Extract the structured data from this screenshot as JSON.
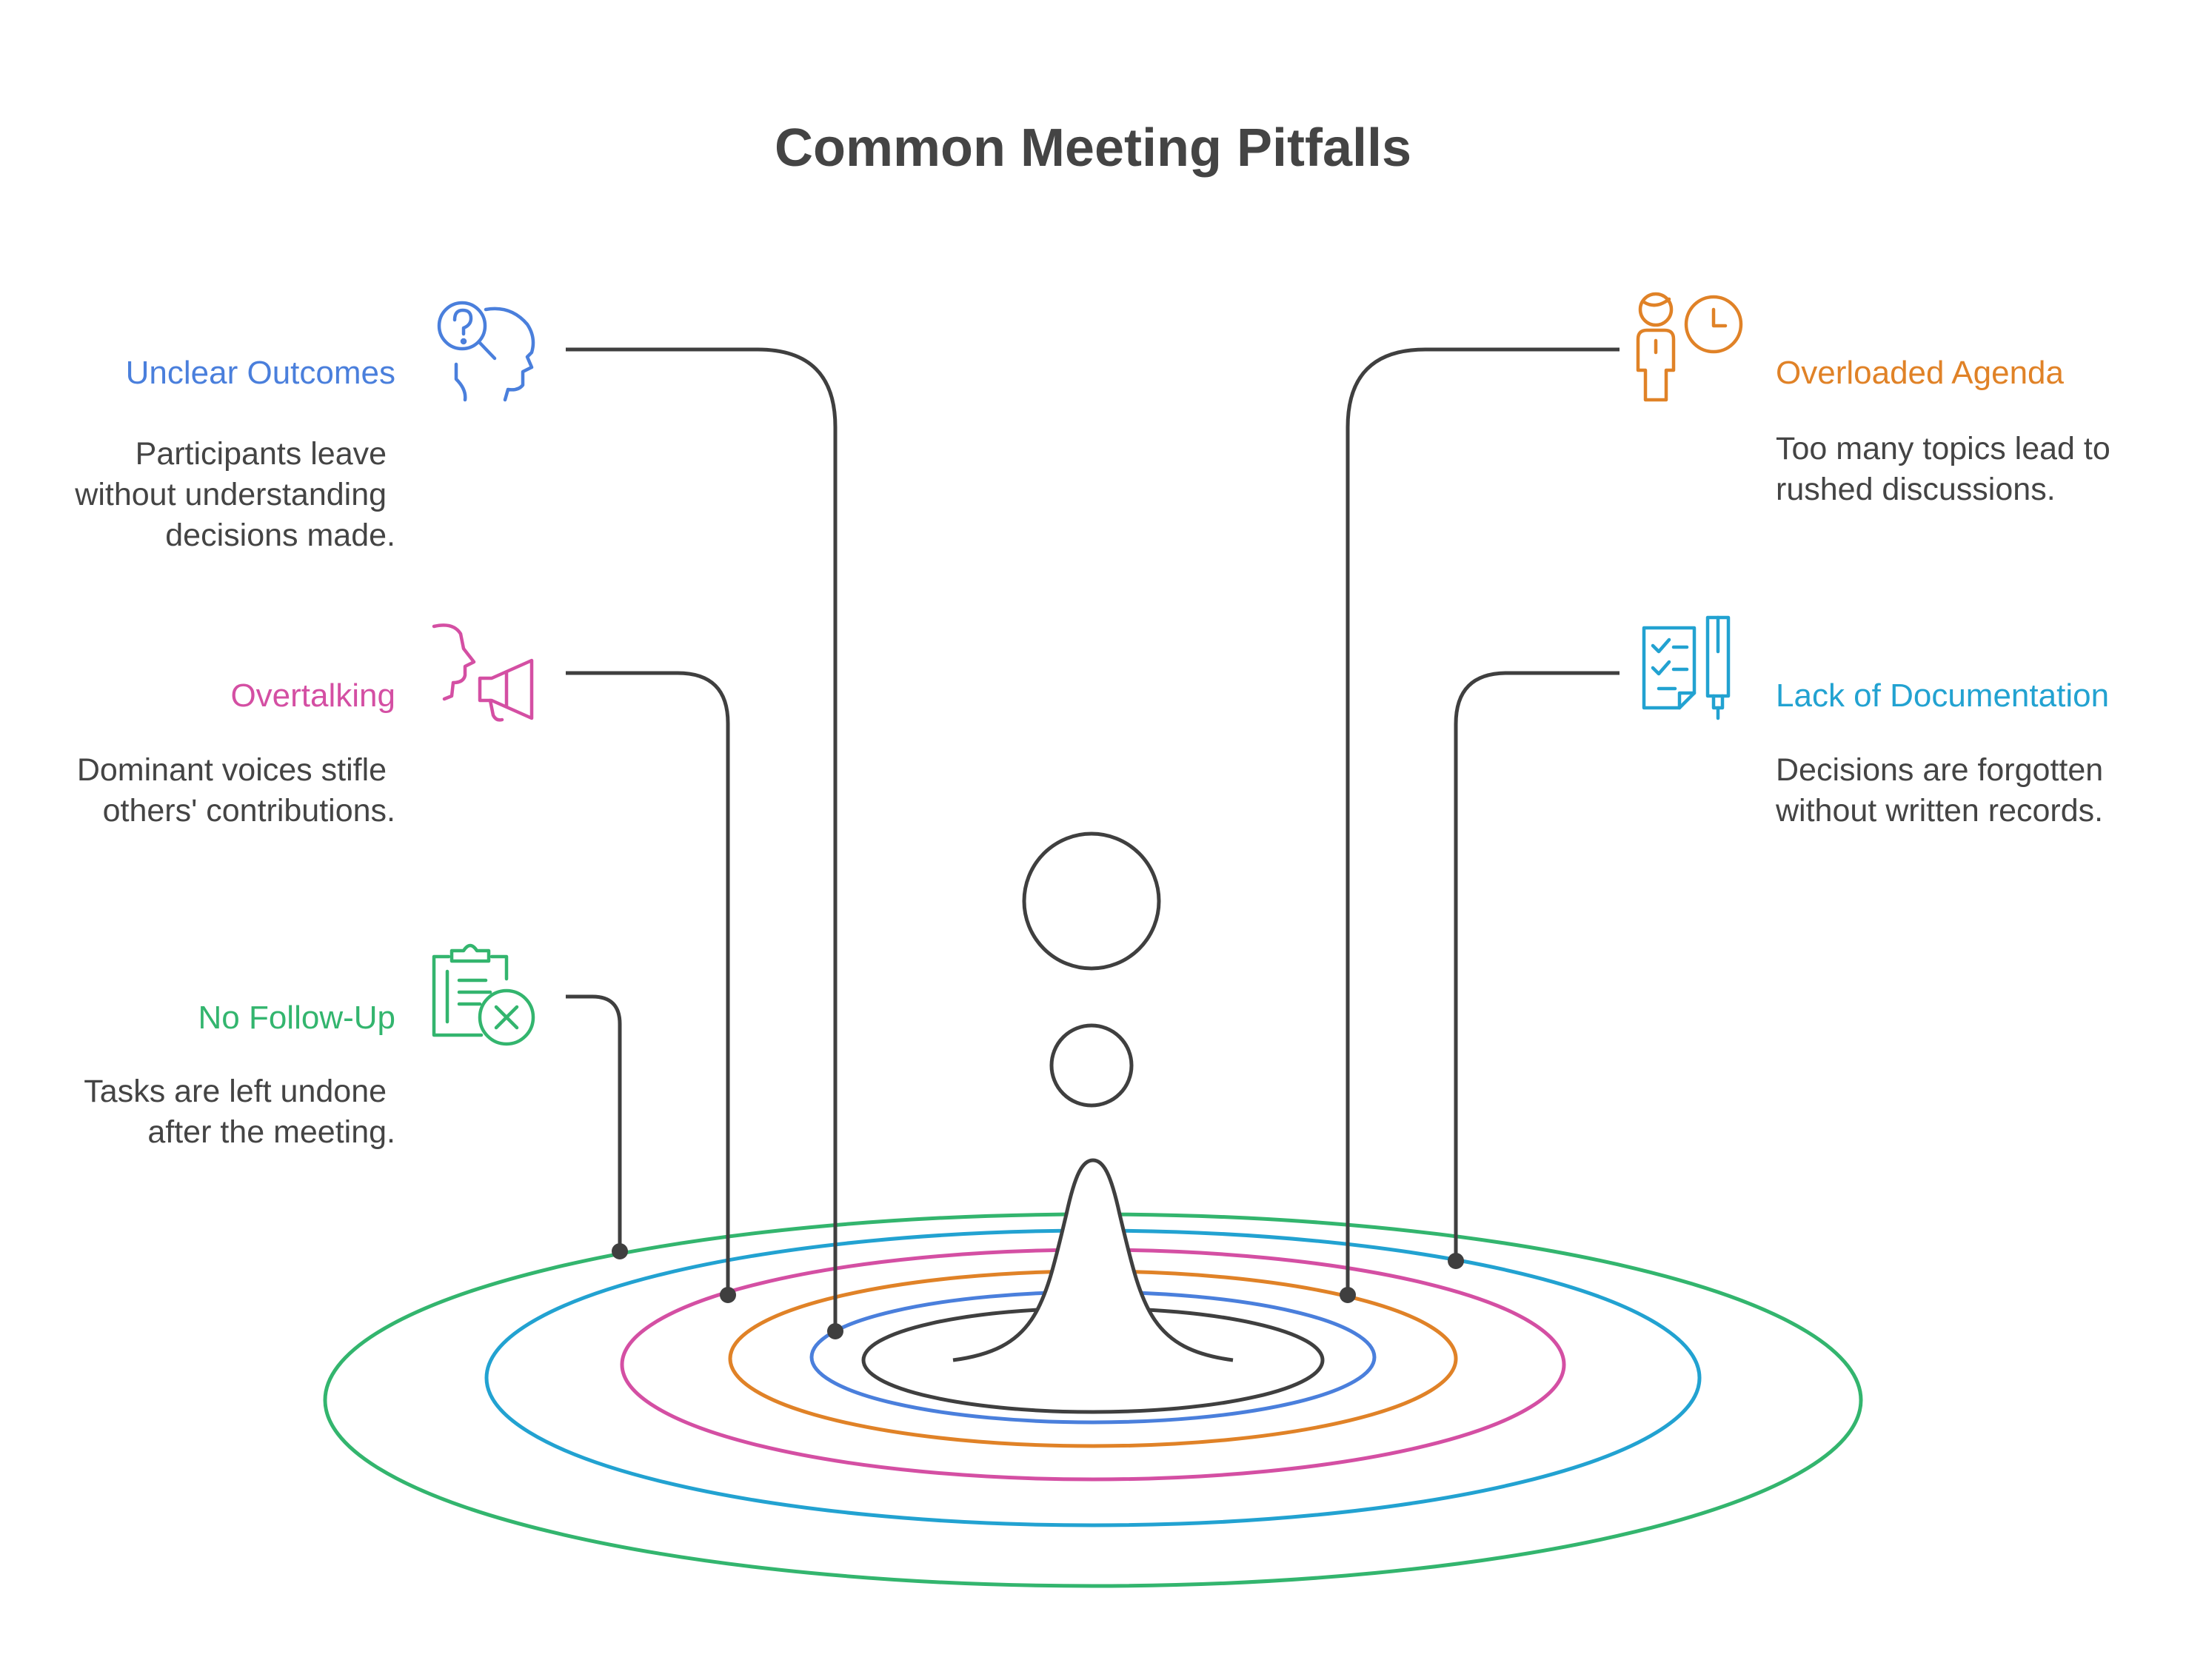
{
  "title": "Common Meeting Pitfalls",
  "colors": {
    "unclear_outcomes": "#4a7fdc",
    "overtalking": "#d44fa3",
    "no_follow_up": "#33b56e",
    "overloaded_agenda": "#e08227",
    "lack_of_documentation": "#22a2d1",
    "center": "#3f3f3f"
  },
  "items": {
    "unclear_outcomes": {
      "label": "Unclear Outcomes",
      "description": [
        "Participants leave",
        "without understanding",
        "decisions made."
      ],
      "icon": "confused-person-icon"
    },
    "overtalking": {
      "label": "Overtalking",
      "description": [
        "Dominant voices stifle",
        "others' contributions."
      ],
      "icon": "megaphone-speaker-icon"
    },
    "no_follow_up": {
      "label": "No Follow-Up",
      "description": [
        "Tasks are left undone",
        "after the meeting."
      ],
      "icon": "clipboard-cancel-icon"
    },
    "overloaded_agenda": {
      "label": "Overloaded Agenda",
      "description": [
        "Too many topics lead to",
        "rushed discussions."
      ],
      "icon": "person-clock-icon"
    },
    "lack_of_documentation": {
      "label": "Lack of Documentation",
      "description": [
        "Decisions are forgotten",
        "without written records."
      ],
      "icon": "checklist-pen-icon"
    }
  }
}
